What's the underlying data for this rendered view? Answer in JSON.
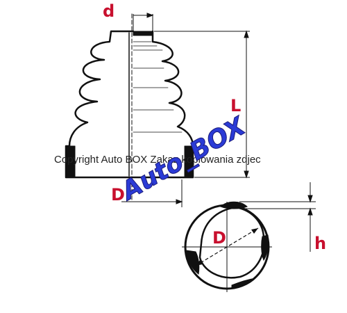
{
  "diagram": {
    "labels": {
      "d": "d",
      "L": "L",
      "D_side": "D",
      "D_end": "D",
      "h": "h"
    },
    "colors": {
      "outline": "#111111",
      "dimension_label": "#c8102e",
      "logo_fill": "#2b3bd6",
      "logo_stroke": "#1a1a7a"
    }
  },
  "watermark": {
    "copyright": "Copyright Auto BOX Zakaz kopiowania zdjec",
    "logo": "Auto_BOX"
  }
}
